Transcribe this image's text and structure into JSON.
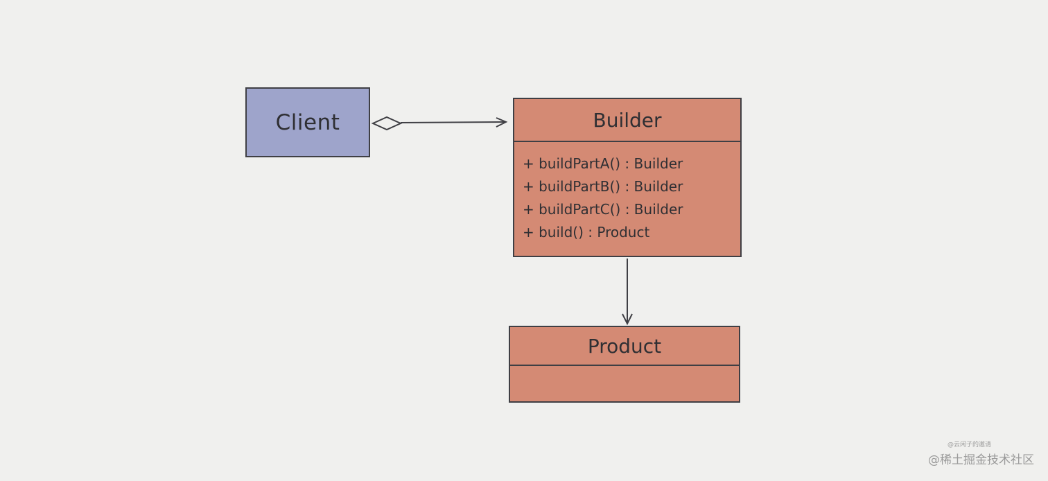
{
  "diagram": {
    "client": {
      "name": "Client"
    },
    "builder": {
      "name": "Builder",
      "methods": [
        "+ buildPartA() : Builder",
        "+ buildPartB() : Builder",
        "+ buildPartC() : Builder",
        "+ build() : Product"
      ]
    },
    "product": {
      "name": "Product"
    },
    "relations": [
      {
        "from": "Client",
        "to": "Builder",
        "type": "aggregation"
      },
      {
        "from": "Builder",
        "to": "Product",
        "type": "dependency"
      }
    ]
  },
  "colors": {
    "background": "#f0f0ee",
    "client_fill": "#9ea4cb",
    "class_fill": "#d48a74",
    "stroke": "#3f3f44"
  },
  "watermark": {
    "author": "@云闲子的邀请",
    "site": "@稀土掘金技术社区"
  }
}
